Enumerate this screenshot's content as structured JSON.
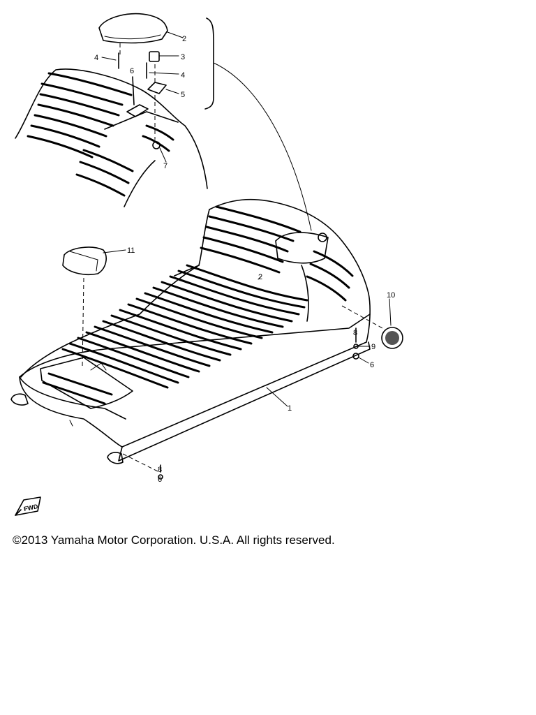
{
  "diagram": {
    "callouts": {
      "part_1": "1",
      "part_2": "2",
      "part_3": "3",
      "part_4a": "4",
      "part_4b": "4",
      "part_5": "5",
      "part_6a": "6",
      "part_6b": "6",
      "part_6c": "6",
      "part_7": "7",
      "part_8a": "8",
      "part_8b": "8",
      "part_9": "9",
      "part_10": "10",
      "part_11": "11"
    },
    "direction_marker": "FWD"
  },
  "footer": {
    "copyright": "©2013 Yamaha Motor Corporation. U.S.A. All rights reserved."
  }
}
